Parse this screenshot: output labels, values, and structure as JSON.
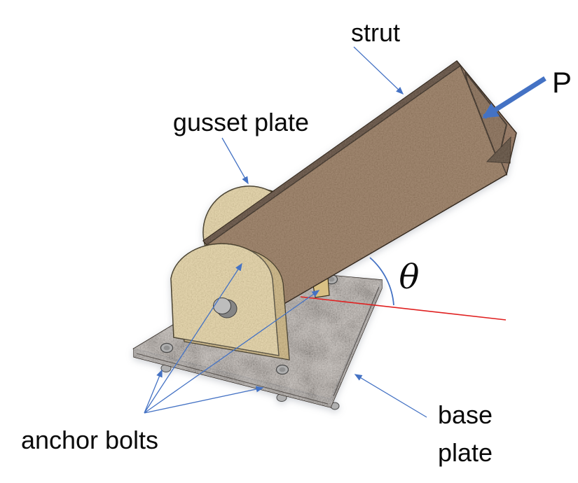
{
  "figure": {
    "type": "engineering-diagram",
    "description": "Pin-connected wooden strut on gusset plates, bolted base plate, axial load P at angle theta",
    "background": "#ffffff",
    "labels": {
      "strut": "strut",
      "gusset_plate": "gusset plate",
      "force": "P",
      "angle": "θ",
      "anchor_bolts": "anchor bolts",
      "base_plate": "base plate"
    },
    "colors": {
      "accent_blue": "#4472c4",
      "reference_red": "#e02020",
      "label_text": "#0a0a0a",
      "strut_wood": "#8d6b4d",
      "strut_wood_dark": "#503a28",
      "strut_end": "#876349",
      "gusset_tan": "#e7d29a",
      "gusset_tan_side": "#c9ad6d",
      "plate_top": "#634d3e",
      "plate_side": "#4a372c",
      "bolt_gray": "#b0b0b0",
      "background": "#ffffff"
    }
  }
}
